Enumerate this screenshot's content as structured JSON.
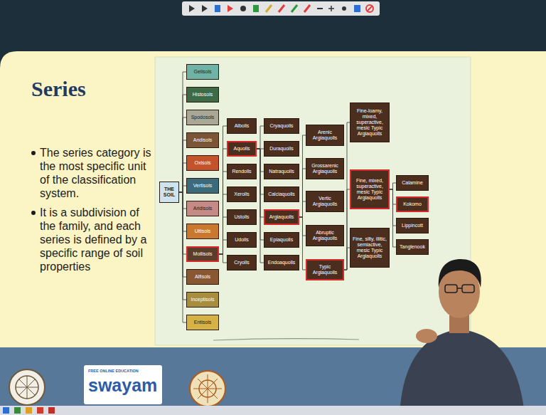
{
  "diagram": {
    "title": "Series",
    "nodes": [
      {
        "text": [
          "THE SOIL"
        ]
      },
      {
        "text": [
          "Gelisols"
        ]
      },
      {
        "text": [
          "Histosols"
        ]
      },
      {
        "text": [
          "Spodosols"
        ]
      },
      {
        "text": [
          "Andisols"
        ]
      },
      {
        "text": [
          "Oxisols"
        ]
      },
      {
        "text": [
          "Vertisols"
        ]
      },
      {
        "text": [
          "Aridisols"
        ]
      },
      {
        "text": [
          "Ultisols"
        ]
      },
      {
        "text": [
          "Mollisols"
        ]
      },
      {
        "text": [
          "Alfisols"
        ]
      },
      {
        "text": [
          "Inceptisols"
        ]
      },
      {
        "text": [
          "Entisols"
        ]
      },
      {
        "text": [
          "Albolls"
        ]
      },
      {
        "text": [
          "Aquolls"
        ]
      },
      {
        "text": [
          "Rendolls"
        ]
      },
      {
        "text": [
          "Xerolls"
        ]
      },
      {
        "text": [
          "Ustolls"
        ]
      },
      {
        "text": [
          "Udolls"
        ]
      },
      {
        "text": [
          "Cryolls"
        ]
      },
      {
        "text": [
          "Cryaquolls"
        ]
      },
      {
        "text": [
          "Duraquolls"
        ]
      },
      {
        "text": [
          "Natraquolls"
        ]
      },
      {
        "text": [
          "Calciaquolls"
        ]
      },
      {
        "text": [
          "Argiaquolls"
        ]
      },
      {
        "text": [
          "Epiaquolls"
        ]
      },
      {
        "text": [
          "Endoaquolls"
        ]
      },
      {
        "text": [
          "Arenic Argiaquolls"
        ]
      },
      {
        "text": [
          "Grossarenic Argiaquolls"
        ]
      },
      {
        "text": [
          "Vertic Argiaquolls"
        ]
      },
      {
        "text": [
          "Abruptic Argiaquolls"
        ]
      },
      {
        "text": [
          "Typic Argiaquolls"
        ]
      },
      {
        "text": [
          "Fine-loamy, mixed, superactive, mesic Typic Argiaquolls"
        ]
      },
      {
        "text": [
          "Fine, mixed, superactive, mesic Typic Argiaquolls"
        ]
      },
      {
        "text": [
          "Fine, silty, illitic, semiactive, mesic Typic Argiaquolls"
        ]
      },
      {
        "text": [
          "Calamine"
        ]
      },
      {
        "text": [
          "Kokomo"
        ]
      },
      {
        "text": [
          "Lippincott"
        ]
      },
      {
        "text": [
          "Tanglenook"
        ]
      }
    ],
    "edges": [
      {
        "from": 0,
        "to": 1,
        "arrow": "none"
      },
      {
        "from": 0,
        "to": 2,
        "arrow": "none"
      },
      {
        "from": 0,
        "to": 3,
        "arrow": "none"
      },
      {
        "from": 0,
        "to": 4,
        "arrow": "none"
      },
      {
        "from": 0,
        "to": 5,
        "arrow": "none"
      },
      {
        "from": 0,
        "to": 6,
        "arrow": "none"
      },
      {
        "from": 0,
        "to": 7,
        "arrow": "none"
      },
      {
        "from": 0,
        "to": 8,
        "arrow": "none"
      },
      {
        "from": 0,
        "to": 9,
        "arrow": "none"
      },
      {
        "from": 0,
        "to": 10,
        "arrow": "none"
      },
      {
        "from": 0,
        "to": 11,
        "arrow": "none"
      },
      {
        "from": 0,
        "to": 12,
        "arrow": "none"
      },
      {
        "from": 9,
        "to": 13,
        "arrow": "none"
      },
      {
        "from": 9,
        "to": 14,
        "arrow": "none"
      },
      {
        "from": 9,
        "to": 15,
        "arrow": "none"
      },
      {
        "from": 9,
        "to": 16,
        "arrow": "none"
      },
      {
        "from": 9,
        "to": 17,
        "arrow": "none"
      },
      {
        "from": 9,
        "to": 18,
        "arrow": "none"
      },
      {
        "from": 9,
        "to": 19,
        "arrow": "none"
      },
      {
        "from": 14,
        "to": 20,
        "arrow": "none"
      },
      {
        "from": 14,
        "to": 21,
        "arrow": "none"
      },
      {
        "from": 14,
        "to": 22,
        "arrow": "none"
      },
      {
        "from": 14,
        "to": 23,
        "arrow": "none"
      },
      {
        "from": 14,
        "to": 24,
        "arrow": "none"
      },
      {
        "from": 14,
        "to": 25,
        "arrow": "none"
      },
      {
        "from": 14,
        "to": 26,
        "arrow": "none"
      },
      {
        "from": 24,
        "to": 27,
        "arrow": "none"
      },
      {
        "from": 24,
        "to": 28,
        "arrow": "none"
      },
      {
        "from": 24,
        "to": 29,
        "arrow": "none"
      },
      {
        "from": 24,
        "to": 30,
        "arrow": "none"
      },
      {
        "from": 24,
        "to": 31,
        "arrow": "none"
      },
      {
        "from": 31,
        "to": 32,
        "arrow": "none"
      },
      {
        "from": 31,
        "to": 33,
        "arrow": "none"
      },
      {
        "from": 31,
        "to": 34,
        "arrow": "none"
      },
      {
        "from": 33,
        "to": 35,
        "arrow": "none"
      },
      {
        "from": 33,
        "to": 36,
        "arrow": "none"
      },
      {
        "from": 33,
        "to": 37,
        "arrow": "none"
      },
      {
        "from": 33,
        "to": 38,
        "arrow": "none"
      }
    ],
    "labels": [
      "The series category is the most specific unit of the classification system.",
      "It is a subdivision of the family, and each series is defined by a specific range of soil properties",
      "FREE ONLINE EDUCATION",
      "swayam"
    ]
  }
}
